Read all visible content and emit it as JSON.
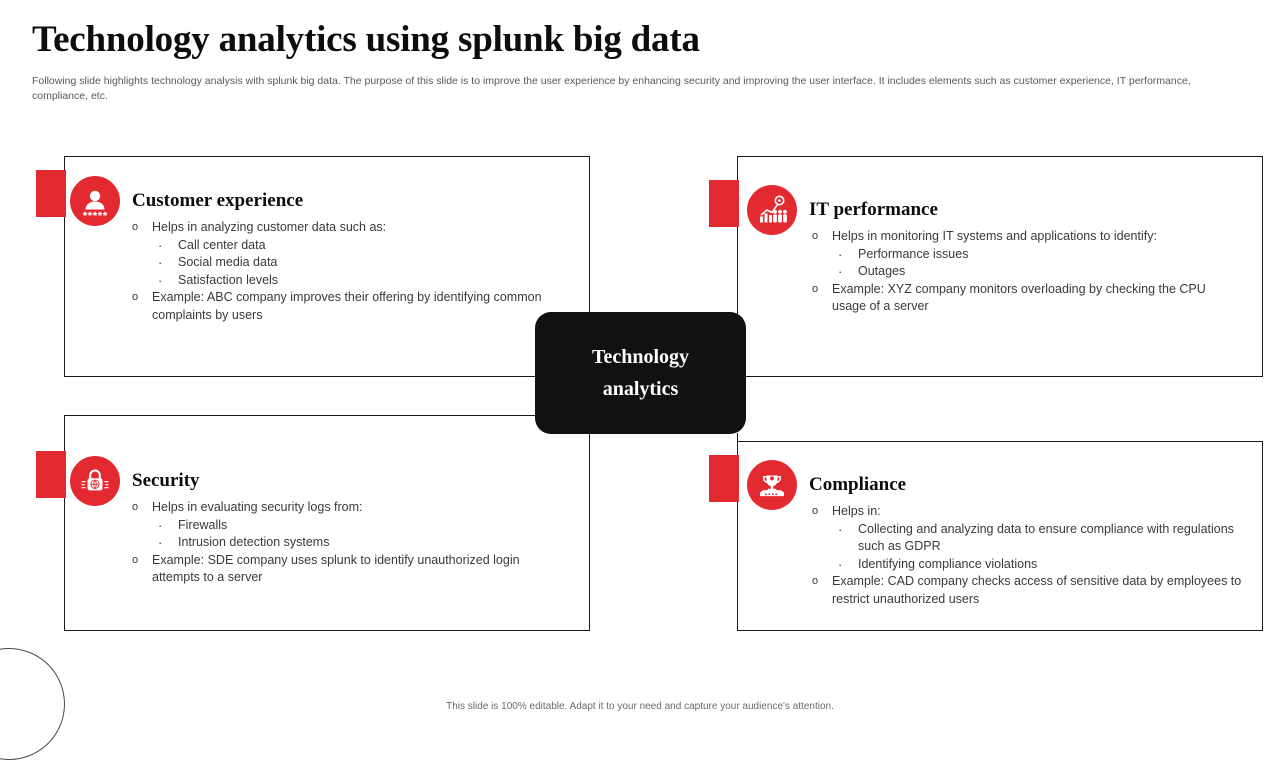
{
  "slide": {
    "title": "Technology analytics using splunk big data",
    "subtitle": "Following slide highlights technology analysis with splunk big data. The purpose of this slide is to improve the user experience by enhancing security and improving the user interface. It includes elements such as customer experience, IT performance, compliance, etc.",
    "footer": "This slide is 100% editable. Adapt it to your need and capture your audience's attention."
  },
  "center": {
    "line1": "Technology",
    "line2": "analytics"
  },
  "colors": {
    "accent_red": "#e42a31",
    "center_dark": "#111111",
    "title_black": "#0d0d0d",
    "body_gray": "#3a3a3a",
    "subtitle_gray": "#595959"
  },
  "cards": [
    {
      "id": "customer-experience",
      "title": "Customer experience",
      "icon": "customer-avatar-rating-icon",
      "bullets": [
        {
          "level": 1,
          "marker": "o",
          "text": "Helps in analyzing customer data such as:"
        },
        {
          "level": 2,
          "marker": "·",
          "text": "Call center data"
        },
        {
          "level": 2,
          "marker": "·",
          "text": "Social media data"
        },
        {
          "level": 2,
          "marker": "·",
          "text": "Satisfaction levels"
        },
        {
          "level": 1,
          "marker": "o",
          "text": "Example: ABC company improves their offering by identifying common complaints by users"
        }
      ]
    },
    {
      "id": "it-performance",
      "title": "IT performance",
      "icon": "bar-chart-growth-people-icon",
      "bullets": [
        {
          "level": 1,
          "marker": "o",
          "text": "Helps in monitoring IT systems and applications to identify:"
        },
        {
          "level": 2,
          "marker": "·",
          "text": "Performance issues"
        },
        {
          "level": 2,
          "marker": "·",
          "text": "Outages"
        },
        {
          "level": 1,
          "marker": "o",
          "text": "Example: XYZ company monitors overloading by checking the CPU usage of a server"
        }
      ]
    },
    {
      "id": "security",
      "title": "Security",
      "icon": "padlock-globe-icon",
      "bullets": [
        {
          "level": 1,
          "marker": "o",
          "text": "Helps in evaluating security logs from:"
        },
        {
          "level": 2,
          "marker": "·",
          "text": "Firewalls"
        },
        {
          "level": 2,
          "marker": "·",
          "text": "Intrusion detection systems"
        },
        {
          "level": 1,
          "marker": "o",
          "text": "Example: SDE company uses splunk to identify unauthorized login attempts to a server"
        }
      ]
    },
    {
      "id": "compliance",
      "title": "Compliance",
      "icon": "trophy-badge-icon",
      "bullets": [
        {
          "level": 1,
          "marker": "o",
          "text": "Helps in:"
        },
        {
          "level": 2,
          "marker": "·",
          "text": "Collecting and analyzing data to ensure compliance with regulations such as GDPR"
        },
        {
          "level": 2,
          "marker": "·",
          "text": "Identifying compliance violations"
        },
        {
          "level": 1,
          "marker": "o",
          "text": "Example: CAD company checks access of sensitive data by employees to restrict unauthorized users"
        }
      ]
    }
  ]
}
